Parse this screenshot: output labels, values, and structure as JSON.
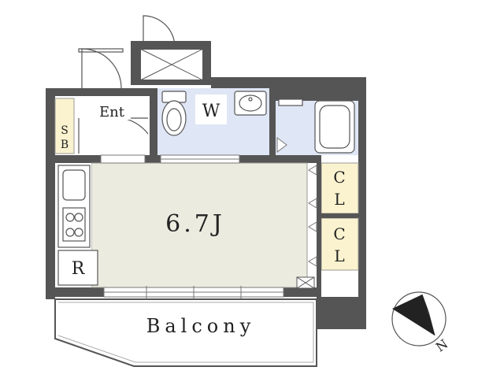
{
  "rooms": {
    "entrance": "Ent",
    "shoe_box": "SB",
    "washroom": "W",
    "main_room": "6.7J",
    "closet_1": "CL",
    "closet_2": "CL",
    "refrigerator": "R",
    "balcony": "Balcony"
  },
  "compass": {
    "north_label": "N"
  },
  "colors": {
    "wall": "#555555",
    "main_floor": "#ecebdf",
    "wet_area": "#dfe6f5",
    "storage": "#fbf3cf",
    "balcony": "#ffffff"
  }
}
